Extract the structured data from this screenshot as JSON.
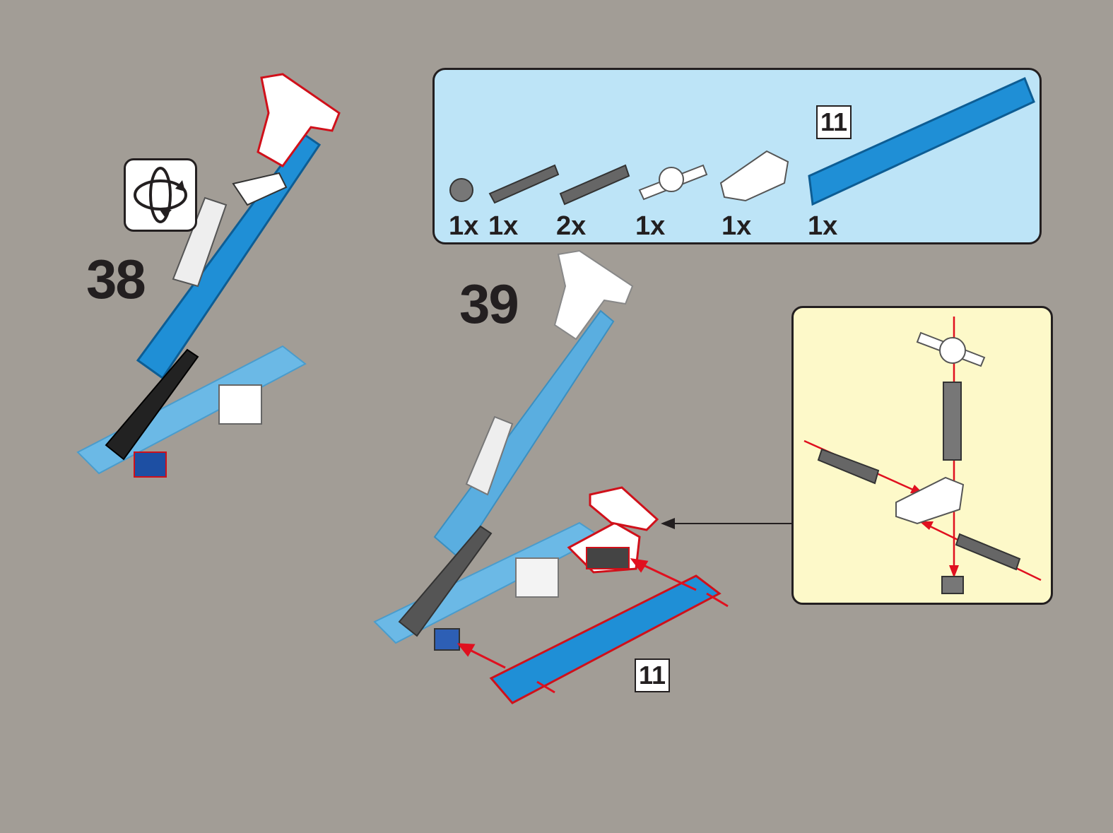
{
  "steps": [
    {
      "number": "38"
    },
    {
      "number": "39"
    }
  ],
  "parts_list": [
    {
      "name": "bush",
      "qty": "1x"
    },
    {
      "name": "axle-pin",
      "qty": "1x"
    },
    {
      "name": "pin-long",
      "qty": "2x"
    },
    {
      "name": "axle-connector-hub",
      "qty": "1x"
    },
    {
      "name": "cross-block",
      "qty": "1x"
    },
    {
      "name": "beam-11",
      "qty": "1x",
      "length": "11"
    }
  ],
  "assembly_beam_length": "11",
  "icons": {
    "rotate": "rotate-model-icon"
  },
  "colors": {
    "background": "#a29d96",
    "parts_box": "#bde4f7",
    "callout": "#fdf9c9",
    "beam_blue": "#1f8fd6",
    "arrow_red": "#e0101f"
  }
}
